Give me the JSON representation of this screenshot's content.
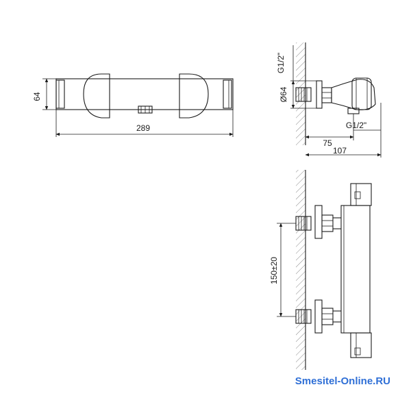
{
  "front_view": {
    "height_label": "64",
    "width_label": "289"
  },
  "side_view": {
    "diameter_label": "Ø64",
    "thread_top_label": "G1/2\"",
    "thread_bottom_label": "G1/2\"",
    "depth_inner_label": "75",
    "depth_outer_label": "107"
  },
  "wall_view": {
    "spacing_label": "150±20"
  },
  "watermark": "Smesitel-Online.RU",
  "colors": {
    "lines": "#1a1a1a",
    "watermark": "#2f6fd6"
  }
}
